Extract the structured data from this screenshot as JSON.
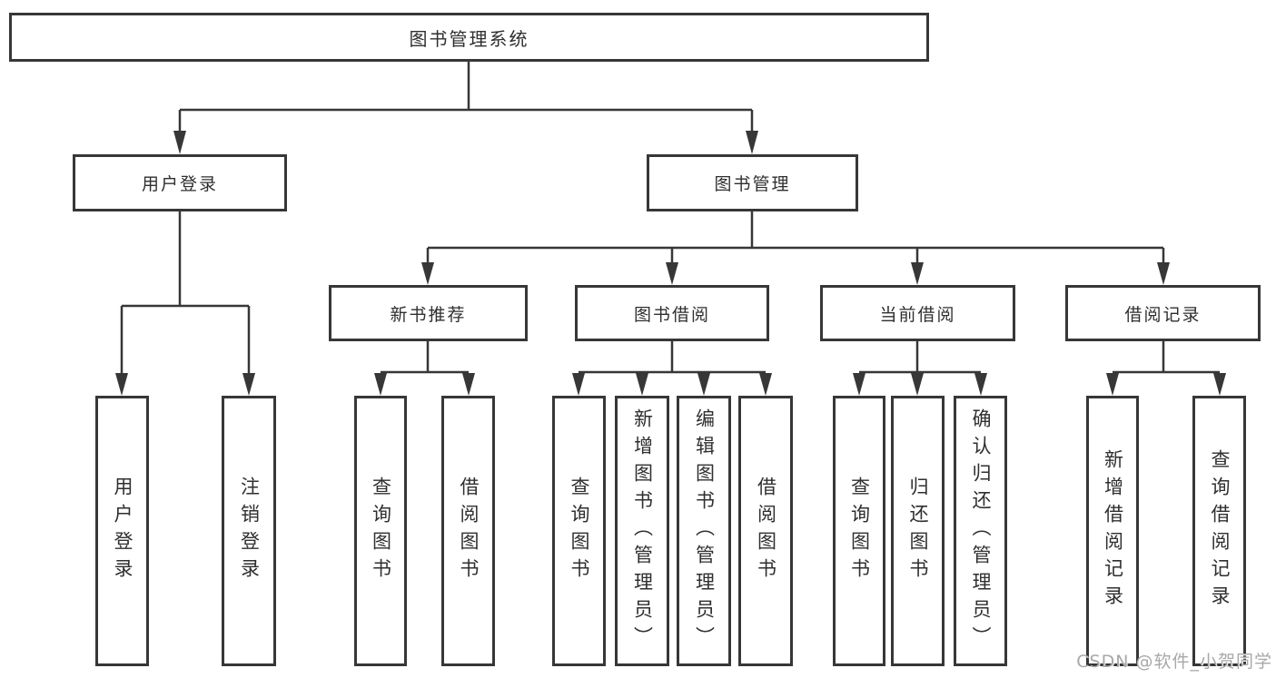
{
  "colors": {
    "line": "#373737",
    "box_border": "#373737",
    "box_fill": "#ffffff",
    "text": "#2f2f2f",
    "watermark": "#a8a8a8"
  },
  "watermark": {
    "text": "CSDN @软件_小贺同学"
  },
  "chart_type": "tree-diagram",
  "tree": {
    "label": "图书管理系统",
    "children": [
      {
        "label": "用户登录",
        "children": [
          {
            "label": "用户登录"
          },
          {
            "label": "注销登录"
          }
        ]
      },
      {
        "label": "图书管理",
        "children": [
          {
            "label": "新书推荐",
            "children": [
              {
                "label": "查询图书"
              },
              {
                "label": "借阅图书"
              }
            ]
          },
          {
            "label": "图书借阅",
            "children": [
              {
                "label": "查询图书"
              },
              {
                "label": "新增图书（管理员）"
              },
              {
                "label": "编辑图书（管理员）"
              },
              {
                "label": "借阅图书"
              }
            ]
          },
          {
            "label": "当前借阅",
            "children": [
              {
                "label": "查询图书"
              },
              {
                "label": "归还图书"
              },
              {
                "label": "确认归还（管理员）"
              }
            ]
          },
          {
            "label": "借阅记录",
            "children": [
              {
                "label": "新增借阅记录"
              },
              {
                "label": "查询借阅记录"
              }
            ]
          }
        ]
      }
    ]
  }
}
